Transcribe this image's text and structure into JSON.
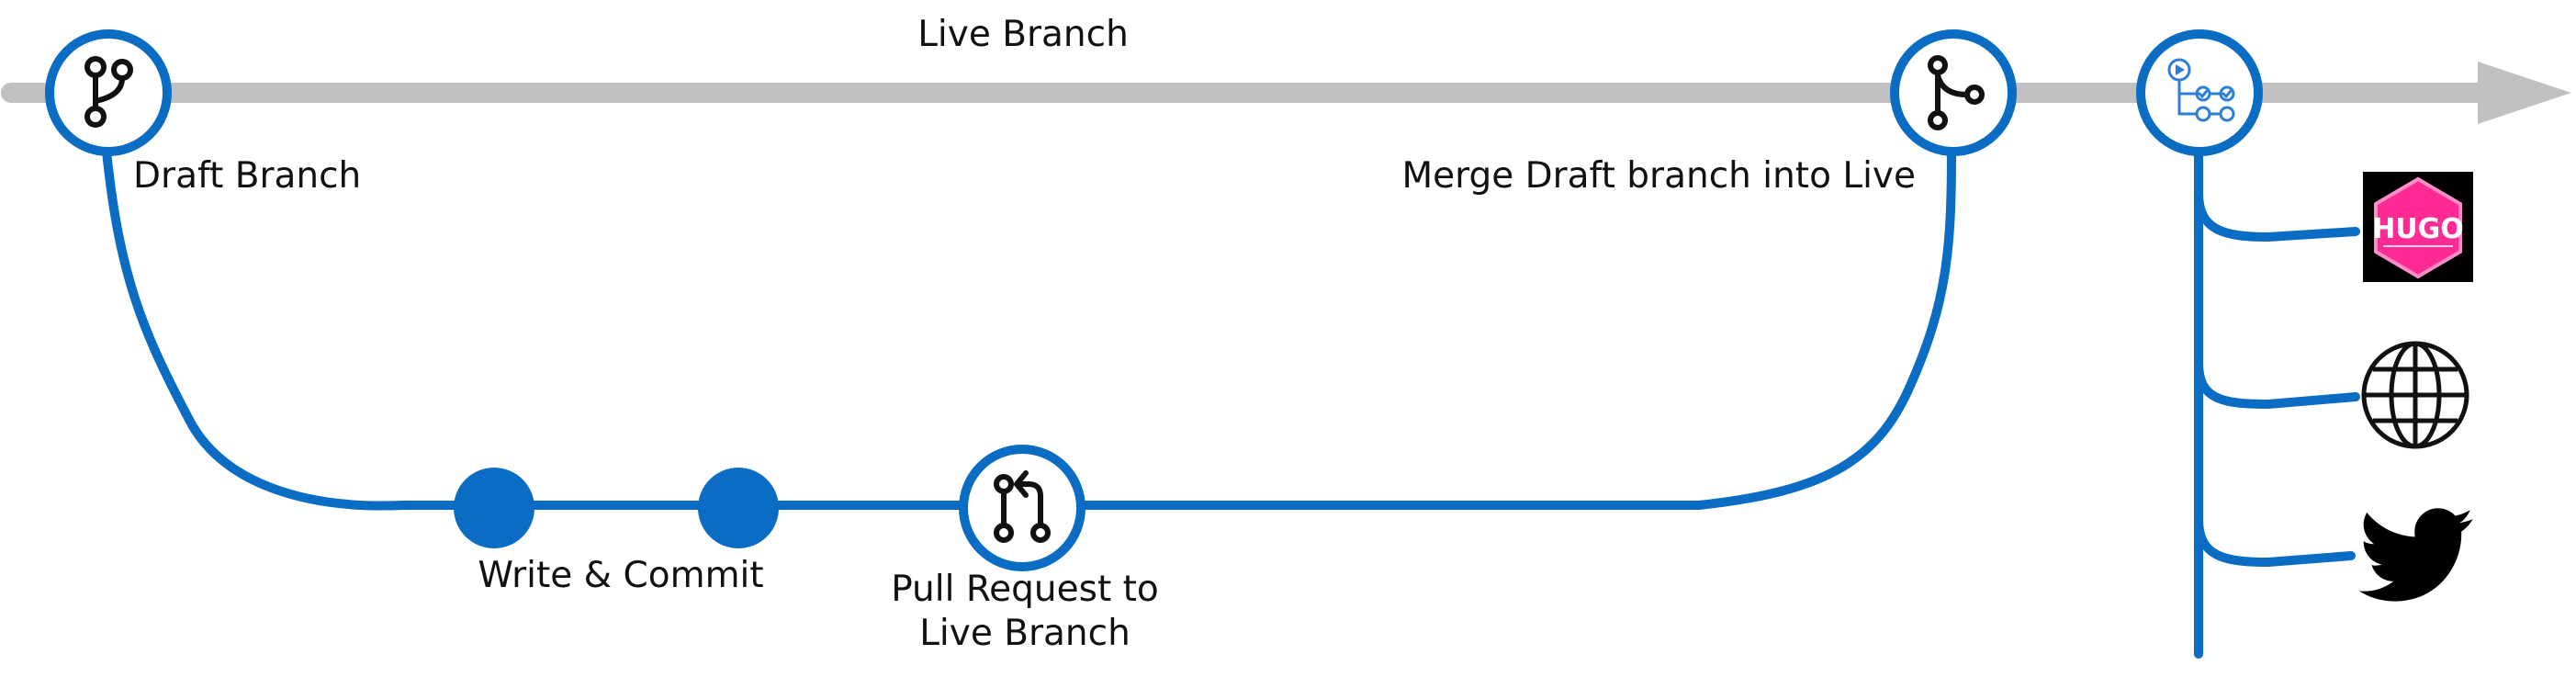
{
  "diagram": {
    "live_branch_label": "Live Branch",
    "draft_branch_label": "Draft Branch",
    "write_commit_label": "Write & Commit",
    "pull_request_label": "Pull Request to Live Branch",
    "merge_label": "Merge Draft branch into Live",
    "hugo_logo_text": "HUGO",
    "icons": {
      "draft": "git-branch-icon",
      "pull_request": "git-pull-request-icon",
      "merge": "git-merge-icon",
      "workflow": "workflow-actions-icon",
      "hugo": "hugo-logo",
      "web": "globe-icon",
      "twitter": "twitter-bird-icon"
    },
    "colors": {
      "primary_blue": "#0a6cc2",
      "live_line_gray": "#c0c0c0",
      "hugo_pink": "#ff2a94",
      "hugo_bg": "#000000",
      "text": "#111111"
    }
  }
}
